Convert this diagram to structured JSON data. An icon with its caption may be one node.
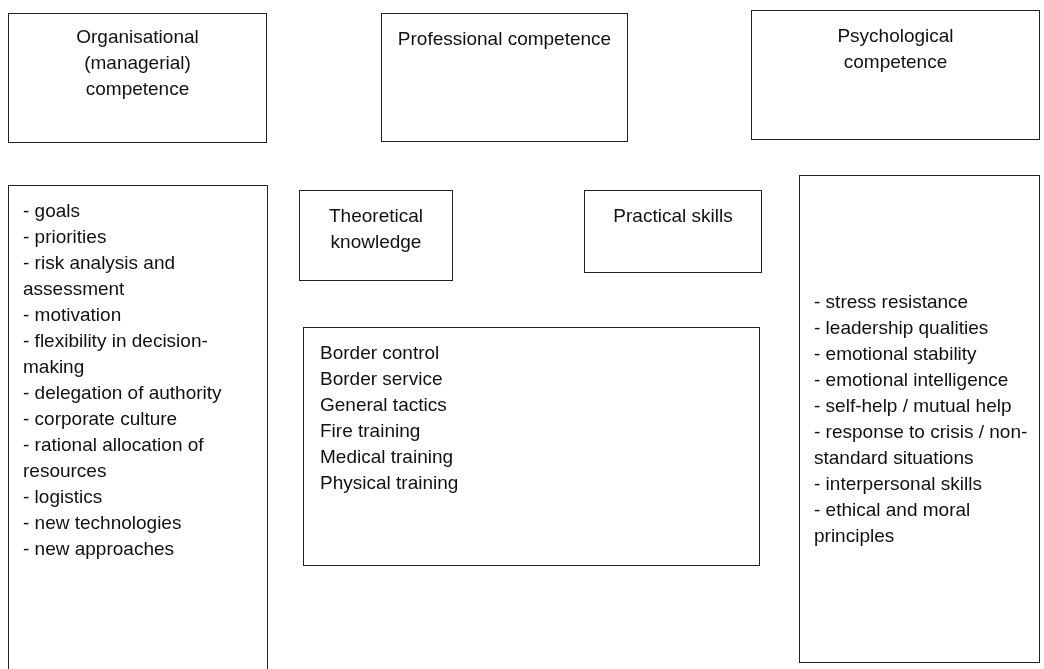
{
  "diagram": {
    "nodes": [
      {
        "text": [
          "Organisational (managerial) competence"
        ]
      },
      {
        "text": [
          "Professional competence"
        ]
      },
      {
        "text": [
          "Psychological competence"
        ]
      },
      {
        "text": [
          "- goals",
          "- priorities",
          "- risk analysis and assessment",
          "- motivation",
          "- flexibility in decision-making",
          "- delegation of authority",
          "- corporate culture",
          "- rational allocation of resources",
          "- logistics",
          "- new technologies",
          "- new approaches"
        ]
      },
      {
        "text": [
          "Theoretical knowledge"
        ]
      },
      {
        "text": [
          "Practical skills"
        ]
      },
      {
        "text": [
          "Border control",
          "Border service",
          "General tactics",
          "Fire training",
          "Medical training",
          "Physical training"
        ]
      },
      {
        "text": [
          "- stress resistance",
          "- leadership qualities",
          "- emotional stability",
          "- emotional intelligence",
          "- self-help / mutual help",
          "- response to crisis / non-standard situations",
          "- interpersonal skills",
          "- ethical and moral principles"
        ]
      }
    ],
    "edges": []
  }
}
